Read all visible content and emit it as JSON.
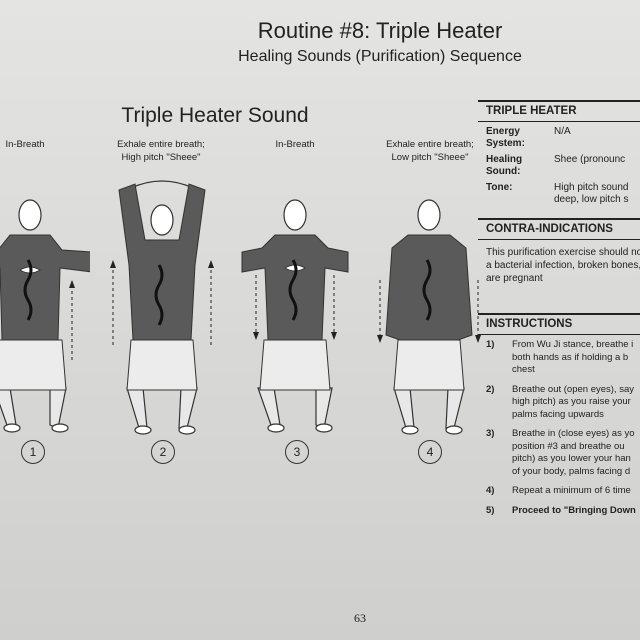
{
  "header": {
    "title": "Routine #8:  Triple Heater",
    "subtitle": "Healing Sounds (Purification) Sequence"
  },
  "section": {
    "title": "Triple Heater Sound"
  },
  "figures": [
    {
      "caption_1": "In-Breath",
      "caption_2": "",
      "number": "1"
    },
    {
      "caption_1": "Exhale entire breath;",
      "caption_2": "High pitch \"Sheee\"",
      "number": "2"
    },
    {
      "caption_1": "In-Breath",
      "caption_2": "",
      "number": "3"
    },
    {
      "caption_1": "Exhale entire breath;",
      "caption_2": "Low pitch \"Sheee\"",
      "number": "4"
    }
  ],
  "triple_heater": {
    "header": "TRIPLE HEATER",
    "rows": [
      {
        "key": "Energy System:",
        "value": "N/A"
      },
      {
        "key": "Healing Sound:",
        "value": "Shee (pronounc"
      },
      {
        "key": "Tone:",
        "value": "High pitch sound",
        "value_2": "deep, low pitch s"
      }
    ]
  },
  "contra": {
    "header": "CONTRA-INDICATIONS",
    "lines": [
      "This purification exercise should no",
      "a bacterial infection, broken bones,",
      "are pregnant"
    ]
  },
  "instructions": {
    "header": "INSTRUCTIONS",
    "steps": [
      {
        "n": "1)",
        "lines": [
          "From Wu Ji stance, breathe i",
          "both hands as if holding a b",
          "chest"
        ]
      },
      {
        "n": "2)",
        "lines": [
          "Breathe out (open eyes), say",
          "high pitch) as you raise your",
          "palms facing upwards"
        ]
      },
      {
        "n": "3)",
        "lines": [
          "Breathe in (close eyes) as yo",
          "position #3 and breathe ou",
          "pitch) as you lower your han",
          "of your body, palms facing d"
        ]
      },
      {
        "n": "4)",
        "lines": [
          "Repeat a minimum of 6 time"
        ]
      },
      {
        "n": "5)",
        "lines": [
          "Proceed to \"Bringing Down"
        ]
      }
    ]
  },
  "page_number": "63",
  "colors": {
    "paper": "#dcdcda",
    "ink": "#222222",
    "shirt": "#5a5a5a"
  }
}
